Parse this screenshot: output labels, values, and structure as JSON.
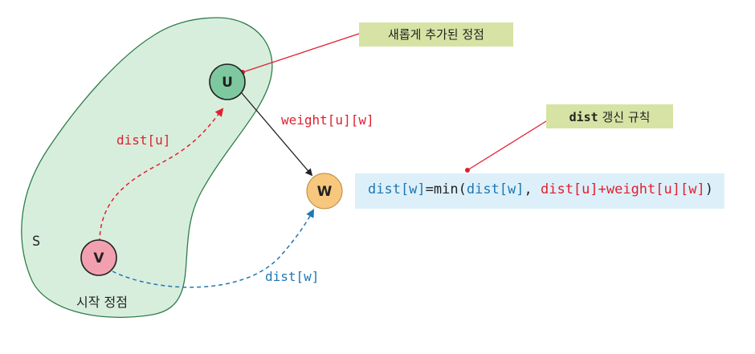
{
  "nodes": {
    "u": {
      "label": "U",
      "color": "#7ec8a0"
    },
    "w": {
      "label": "W",
      "color": "#f8c77e"
    },
    "v": {
      "label": "V",
      "color": "#f2a0b0"
    }
  },
  "set_label": "S",
  "start_vertex_label": "시작 정점",
  "edge_labels": {
    "dist_u": "dist[u]",
    "weight_uw": "weight[u][w]",
    "dist_w": "dist[w]"
  },
  "callouts": {
    "new_vertex": "새롭게 추가된 정점",
    "rule_bold": "dist",
    "rule_rest": " 갱신 규칙"
  },
  "formula": {
    "lhs": "dist[w]",
    "eq_min": "=min(",
    "arg1": "dist[w]",
    "sep": ", ",
    "arg2": "dist[u]+weight[u][w]",
    "close": ")"
  },
  "colors": {
    "region_fill": "#d8eedd",
    "region_stroke": "#2e7d4a",
    "red": "#e0202f",
    "blue": "#1f77b4",
    "callout_bg": "#d6e3a4",
    "formula_bg": "#ddf0fa"
  }
}
